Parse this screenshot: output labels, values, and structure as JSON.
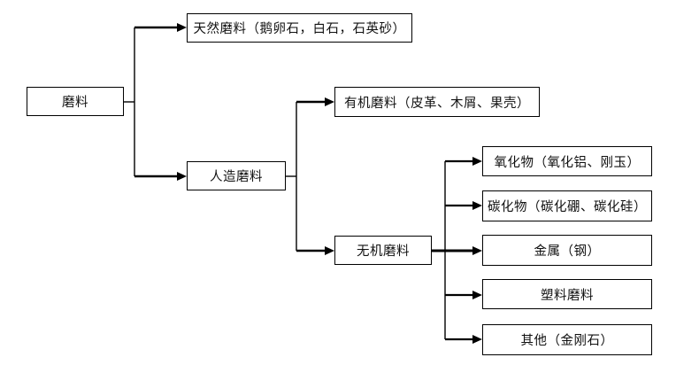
{
  "diagram": {
    "type": "flowchart",
    "description": "classification tree of abrasives",
    "colors": {
      "background": "#ffffff",
      "box_fill": "#ffffff",
      "box_border": "#000000",
      "line": "#000000",
      "text": "#111111"
    },
    "nodes": {
      "root": {
        "label": "磨料"
      },
      "natural": {
        "label": "天然磨料（鹅卵石，白石，石英砂）"
      },
      "artificial": {
        "label": "人造磨料"
      },
      "organic": {
        "label": "有机磨料（皮革、木屑、果壳）"
      },
      "inorganic": {
        "label": "无机磨料"
      },
      "oxide": {
        "label": "氧化物（氧化铝、刚玉）"
      },
      "carbide": {
        "label": "碳化物（碳化硼、碳化硅）"
      },
      "metal": {
        "label": "金属（钢）"
      },
      "plastic": {
        "label": "塑料磨料"
      },
      "other": {
        "label": "其他（金刚石）"
      }
    },
    "edges": [
      {
        "from": "磨料",
        "to": "天然磨料（鹅卵石，白石，石英砂）"
      },
      {
        "from": "磨料",
        "to": "人造磨料"
      },
      {
        "from": "人造磨料",
        "to": "有机磨料（皮革、木屑、果壳）"
      },
      {
        "from": "人造磨料",
        "to": "无机磨料"
      },
      {
        "from": "无机磨料",
        "to": "氧化物（氧化铝、刚玉）"
      },
      {
        "from": "无机磨料",
        "to": "碳化物（碳化硼、碳化硅）"
      },
      {
        "from": "无机磨料",
        "to": "金属（钢）"
      },
      {
        "from": "无机磨料",
        "to": "塑料磨料"
      },
      {
        "from": "无机磨料",
        "to": "其他（金刚石）"
      }
    ]
  }
}
